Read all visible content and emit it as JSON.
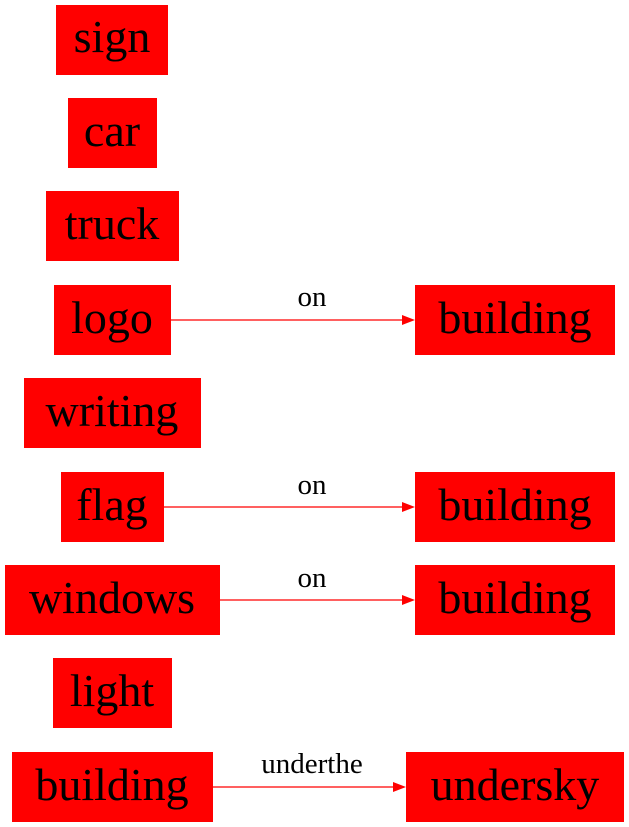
{
  "colors": {
    "node_fill": "#ff0000",
    "node_text": "#000000",
    "edge": "#ff0000",
    "background": "#ffffff"
  },
  "nodes": {
    "sign": "sign",
    "car": "car",
    "truck": "truck",
    "logo": "logo",
    "building_1": "building",
    "writing": "writing",
    "flag": "flag",
    "building_2": "building",
    "windows": "windows",
    "building_3": "building",
    "light": "light",
    "building_4": "building",
    "undersky": "undersky"
  },
  "edges": [
    {
      "from": "logo",
      "to": "building_1",
      "label": "on"
    },
    {
      "from": "flag",
      "to": "building_2",
      "label": "on"
    },
    {
      "from": "windows",
      "to": "building_3",
      "label": "on"
    },
    {
      "from": "building_4",
      "to": "undersky",
      "label": "underthe"
    }
  ]
}
